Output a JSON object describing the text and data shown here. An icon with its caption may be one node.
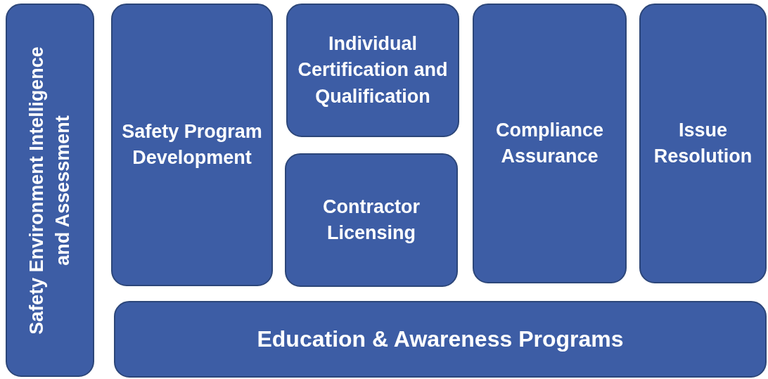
{
  "diagram": {
    "nodes": [
      {
        "text": [
          "Safety Environment Intelligence and Assessment"
        ]
      },
      {
        "text": [
          "Safety Program Development"
        ]
      },
      {
        "text": [
          "Individual Certification and Qualification"
        ]
      },
      {
        "text": [
          "Contractor Licensing"
        ]
      },
      {
        "text": [
          "Compliance Assurance"
        ]
      },
      {
        "text": [
          "Issue Resolution"
        ]
      },
      {
        "text": [
          "Education & Awareness Programs"
        ]
      }
    ]
  }
}
